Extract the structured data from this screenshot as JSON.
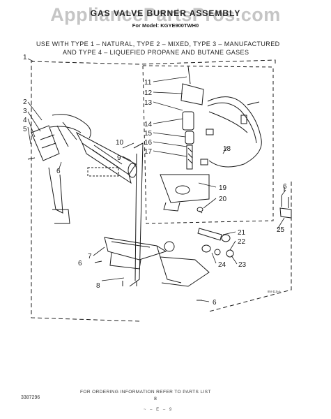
{
  "header": {
    "watermark": "AppliancePartsPros.com",
    "title": "GAS VALVE BURNER ASSEMBLY",
    "model": "For Model: KGYE900TWH0"
  },
  "usage_note": {
    "line1": "USE WITH TYPE 1 – NATURAL, TYPE 2 – MIXED, TYPE 3 – MANUFACTURED",
    "line2": "AND TYPE 4 – LIQUEFIED PROPANE AND BUTANE GASES"
  },
  "callouts": [
    "1",
    "2",
    "3",
    "4",
    "5",
    "6",
    "6",
    "6",
    "6",
    "7",
    "8",
    "9",
    "10",
    "11",
    "12",
    "13",
    "14",
    "15",
    "16",
    "17",
    "18",
    "19",
    "20",
    "21",
    "22",
    "23",
    "24",
    "25"
  ],
  "drawing_code": "8N-110-A",
  "footer": {
    "ordering_note": "FOR ORDERING INFORMATION REFER TO PARTS LIST",
    "part_number": "3387296",
    "page_number": "8",
    "page_marks": "~ – E – 9"
  },
  "colors": {
    "ink": "#1a1a1a",
    "watermark": "#969696",
    "paper": "#ffffff"
  }
}
